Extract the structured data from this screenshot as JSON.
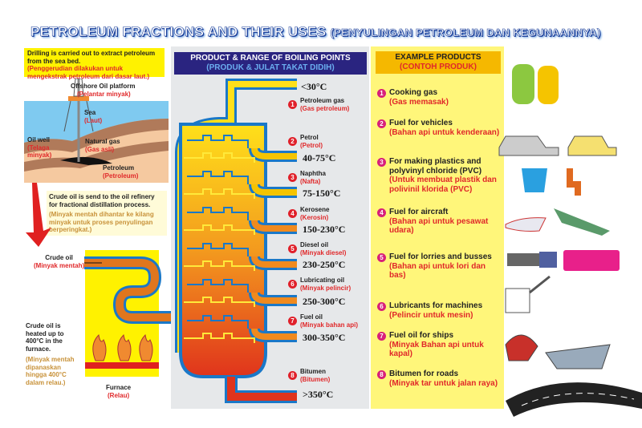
{
  "title": {
    "main": "PETROLEUM FRACTIONS AND THEIR USES",
    "sub": "(PENYULINGAN PETROLEUM DAN KEGUNAANNYA)"
  },
  "left": {
    "drilling": {
      "en": "Drilling is carried out to extract petroleum from the sea bed.",
      "my": "(Penggerudian dilakukan untuk mengekstrak petroleum dari dasar laut.)"
    },
    "platform": {
      "en": "Offshore Oil platform",
      "my": "(Pelantar minyak)"
    },
    "sea": {
      "en": "Sea",
      "my": "(Laut)"
    },
    "oil_well": {
      "en": "Oil well",
      "my": "(Telaga minyak)"
    },
    "natural_gas": {
      "en": "Natural gas",
      "my": "(Gas asli)"
    },
    "petroleum": {
      "en": "Petroleum",
      "my": "(Petroleum)"
    },
    "refinery": {
      "en": "Crude oil is send to the oil refinery for fractional distillation process.",
      "my": "(Minyak mentah dihantar ke kilang minyak untuk proses penyulingan berperingkat.)"
    },
    "crude_oil": {
      "en": "Crude oil",
      "my": "(Minyak mentah)"
    },
    "heated": {
      "en": "Crude oil is heated up to 400°C in the furnace.",
      "my": "(Minyak mentah dipanaskan hingga 400°C dalam relau.)"
    },
    "furnace": {
      "en": "Furnace",
      "my": "(Relau)"
    }
  },
  "center": {
    "header": {
      "en": "PRODUCT & RANGE OF BOILING POINTS",
      "my": "(PRODUK & JULAT TAKAT DIDIH)"
    },
    "top_temp": "<30°C",
    "fractions": [
      {
        "num": "1",
        "en": "Petroleum gas",
        "my": "(Gas petroleum)",
        "temp": ""
      },
      {
        "num": "2",
        "en": "Petrol",
        "my": "(Petrol)",
        "temp": "40-75°C"
      },
      {
        "num": "3",
        "en": "Naphtha",
        "my": "(Nafta)",
        "temp": "75-150°C"
      },
      {
        "num": "4",
        "en": "Kerosene",
        "my": "(Kerosin)",
        "temp": "150-230°C"
      },
      {
        "num": "5",
        "en": "Diesel oil",
        "my": "(Minyak diesel)",
        "temp": "230-250°C"
      },
      {
        "num": "6",
        "en": "Lubricating oil",
        "my": "(Minyak pelincir)",
        "temp": "250-300°C"
      },
      {
        "num": "7",
        "en": "Fuel oil",
        "my": "(Minyak bahan api)",
        "temp": "300-350°C"
      },
      {
        "num": "8",
        "en": "Bitumen",
        "my": "(Bitumen)",
        "temp": ">350°C"
      }
    ]
  },
  "right": {
    "header": {
      "en": "EXAMPLE PRODUCTS",
      "my": "(CONTOH PRODUK)"
    },
    "products": [
      {
        "num": "1",
        "en": "Cooking gas",
        "my": "(Gas memasak)",
        "icon": "gas-cylinder-icon"
      },
      {
        "num": "2",
        "en": "Fuel for vehicles",
        "my": "(Bahan api untuk kenderaan)",
        "icon": "car-icon"
      },
      {
        "num": "3",
        "en": "For making plastics and polyvinyl chloride (PVC)",
        "my": "(Untuk membuat plastik dan polivinil klorida (PVC)",
        "icon": "bucket-icon"
      },
      {
        "num": "4",
        "en": "Fuel for aircraft",
        "my": "(Bahan api untuk pesawat udara)",
        "icon": "airplane-icon"
      },
      {
        "num": "5",
        "en": "Fuel for lorries and busses",
        "my": "(Bahan api untuk lori dan bas)",
        "icon": "lorry-icon"
      },
      {
        "num": "6",
        "en": "Lubricants for machines",
        "my": "(Pelincir untuk mesin)",
        "icon": "oil-can-icon"
      },
      {
        "num": "7",
        "en": "Fuel oil for ships",
        "my": "(Minyak Bahan api untuk kapal)",
        "icon": "ship-icon"
      },
      {
        "num": "8",
        "en": "Bitumen for roads",
        "my": "(Minyak tar untuk jalan raya)",
        "icon": "road-icon"
      }
    ]
  },
  "colors": {
    "title_blue": "#1b3f9a",
    "header_navy": "#2a2480",
    "yellow": "#fff200",
    "red": "#e0282a",
    "pipe_blue": "#1a78c8"
  }
}
